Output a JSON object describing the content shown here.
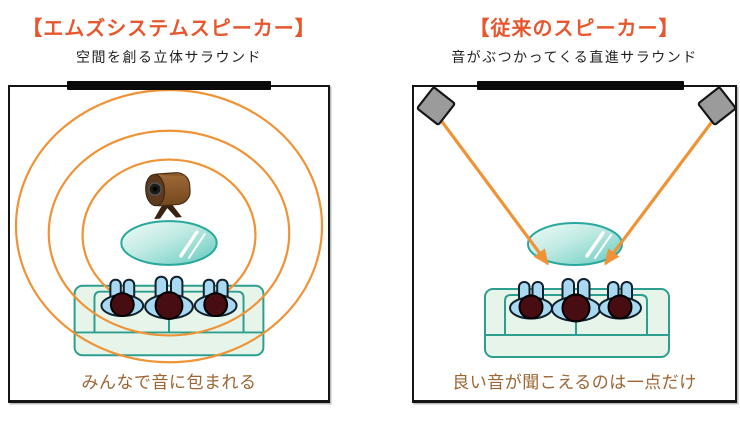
{
  "left_panel": {
    "title": "【エムズシステムスピーカー】",
    "subtitle": "空間を創る立体サラウンド",
    "caption": "みんなで音に包まれる"
  },
  "right_panel": {
    "title": "【従来のスピーカー】",
    "subtitle": "音がぶつかってくる直進サラウンド",
    "caption": "良い音が聞こえるのは一点だけ"
  },
  "colors": {
    "title_orange": "#E8562D",
    "subtitle_text": "#1F1F1F",
    "caption_brown": "#9C6532",
    "sound_wave_orange": "#EF9336",
    "room_border": "#151515",
    "tv_bar_black": "#0A0A0A",
    "table_stroke_teal": "#29A89C",
    "table_fill_light": "#F2FBF9",
    "table_fill_deep": "#62CABE",
    "couch_fill": "#E7F4EA",
    "couch_stroke": "#2E9E8F",
    "person_body_blue": "#A9D8F2",
    "person_head_maroon": "#470D12",
    "box_speaker_gray": "#9B9B9B",
    "cylinder_speaker_wood": "#8F5B2F"
  },
  "icons": {
    "tv": "black-bar-top-of-room",
    "ms_speaker": "wooden-cylinder-speaker-on-stand",
    "box_speaker": "gray-rotated-square-speaker",
    "sound_wave": "concentric-orange-ellipses",
    "sound_beam": "straight-orange-arrow",
    "table": "oval-glass-table",
    "sofa": "sofa-top-view",
    "listener": "person-seated-top-view"
  }
}
